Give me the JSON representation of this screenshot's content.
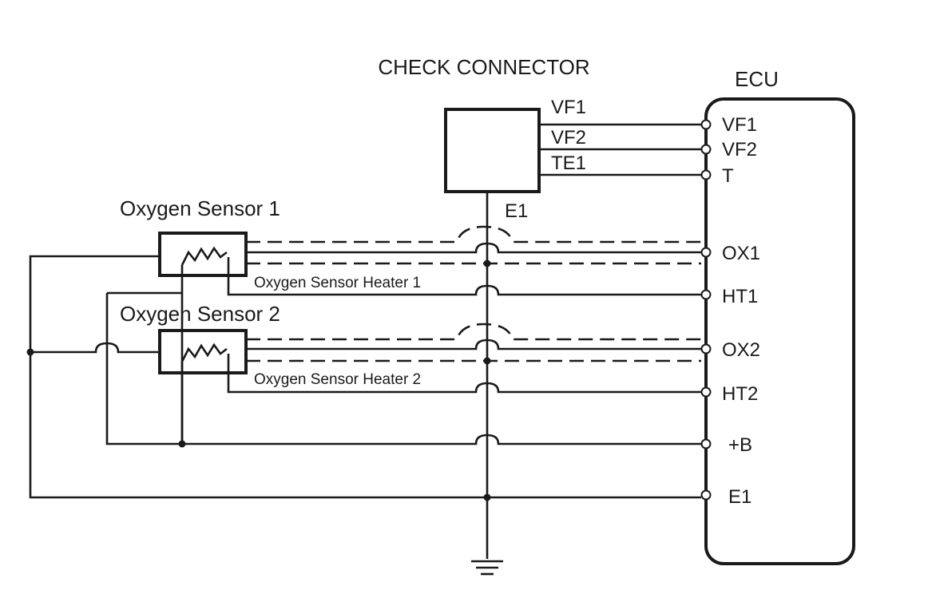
{
  "diagram": {
    "check_connector": {
      "title": "CHECK CONNECTOR",
      "pins": [
        "VF1",
        "VF2",
        "TE1"
      ],
      "ground_pin": "E1"
    },
    "ecu": {
      "title": "ECU",
      "terminals": [
        "VF1",
        "VF2",
        "T",
        "OX1",
        "HT1",
        "OX2",
        "HT2",
        "+B",
        "E1"
      ]
    },
    "sensor1": {
      "title": "Oxygen Sensor 1",
      "heater_label": "Oxygen Sensor Heater 1"
    },
    "sensor2": {
      "title": "Oxygen Sensor 2",
      "heater_label": "Oxygen Sensor Heater 2"
    }
  }
}
